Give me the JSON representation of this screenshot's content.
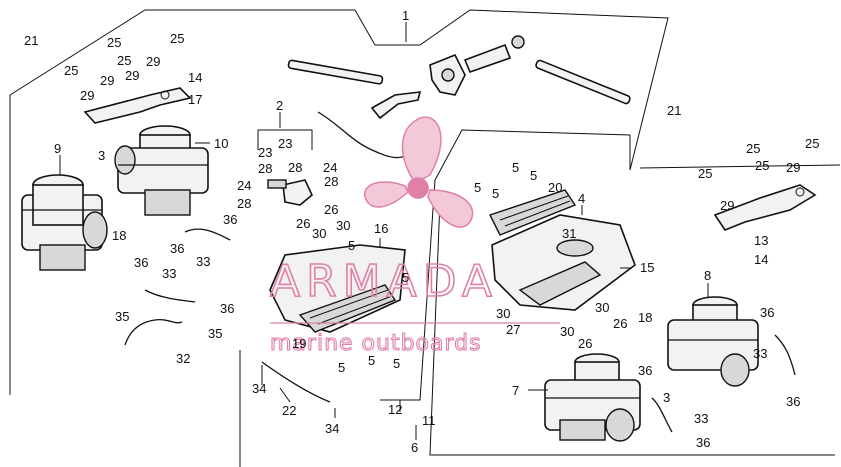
{
  "diagram": {
    "watermark": {
      "brand": "ARMADA",
      "tagline": "marine outboards",
      "color": "#e07fa8"
    },
    "callouts": [
      {
        "id": "c1",
        "text": "1"
      },
      {
        "id": "c2",
        "text": "2"
      },
      {
        "id": "c3a",
        "text": "3"
      },
      {
        "id": "c3b",
        "text": "3"
      },
      {
        "id": "c4",
        "text": "4"
      },
      {
        "id": "c5a",
        "text": "5"
      },
      {
        "id": "c5b",
        "text": "5"
      },
      {
        "id": "c5c",
        "text": "5"
      },
      {
        "id": "c5d",
        "text": "5"
      },
      {
        "id": "c5e",
        "text": "5"
      },
      {
        "id": "c5f",
        "text": "5"
      },
      {
        "id": "c5g",
        "text": "5"
      },
      {
        "id": "c5h",
        "text": "5"
      },
      {
        "id": "c5i",
        "text": "5"
      },
      {
        "id": "c6",
        "text": "6"
      },
      {
        "id": "c7",
        "text": "7"
      },
      {
        "id": "c8",
        "text": "8"
      },
      {
        "id": "c9",
        "text": "9"
      },
      {
        "id": "c10",
        "text": "10"
      },
      {
        "id": "c11",
        "text": "11"
      },
      {
        "id": "c12",
        "text": "12"
      },
      {
        "id": "c13",
        "text": "13"
      },
      {
        "id": "c14a",
        "text": "14"
      },
      {
        "id": "c14b",
        "text": "14"
      },
      {
        "id": "c15",
        "text": "15"
      },
      {
        "id": "c16",
        "text": "16"
      },
      {
        "id": "c17",
        "text": "17"
      },
      {
        "id": "c18a",
        "text": "18"
      },
      {
        "id": "c18b",
        "text": "18"
      },
      {
        "id": "c19",
        "text": "19"
      },
      {
        "id": "c20",
        "text": "20"
      },
      {
        "id": "c21a",
        "text": "21"
      },
      {
        "id": "c21b",
        "text": "21"
      },
      {
        "id": "c22",
        "text": "22"
      },
      {
        "id": "c23a",
        "text": "23"
      },
      {
        "id": "c23b",
        "text": "23"
      },
      {
        "id": "c24a",
        "text": "24"
      },
      {
        "id": "c24b",
        "text": "24"
      },
      {
        "id": "c25a",
        "text": "25"
      },
      {
        "id": "c25b",
        "text": "25"
      },
      {
        "id": "c25c",
        "text": "25"
      },
      {
        "id": "c25d",
        "text": "25"
      },
      {
        "id": "c25e",
        "text": "25"
      },
      {
        "id": "c25f",
        "text": "25"
      },
      {
        "id": "c25g",
        "text": "25"
      },
      {
        "id": "c25h",
        "text": "25"
      },
      {
        "id": "c26a",
        "text": "26"
      },
      {
        "id": "c26b",
        "text": "26"
      },
      {
        "id": "c26c",
        "text": "26"
      },
      {
        "id": "c26d",
        "text": "26"
      },
      {
        "id": "c27",
        "text": "27"
      },
      {
        "id": "c28a",
        "text": "28"
      },
      {
        "id": "c28b",
        "text": "28"
      },
      {
        "id": "c28c",
        "text": "28"
      },
      {
        "id": "c28d",
        "text": "28"
      },
      {
        "id": "c29a",
        "text": "29"
      },
      {
        "id": "c29b",
        "text": "29"
      },
      {
        "id": "c29c",
        "text": "29"
      },
      {
        "id": "c29d",
        "text": "29"
      },
      {
        "id": "c29e",
        "text": "29"
      },
      {
        "id": "c29f",
        "text": "29"
      },
      {
        "id": "c30a",
        "text": "30"
      },
      {
        "id": "c30b",
        "text": "30"
      },
      {
        "id": "c30c",
        "text": "30"
      },
      {
        "id": "c30d",
        "text": "30"
      },
      {
        "id": "c30e",
        "text": "30"
      },
      {
        "id": "c31",
        "text": "31"
      },
      {
        "id": "c32",
        "text": "32"
      },
      {
        "id": "c33a",
        "text": "33"
      },
      {
        "id": "c33b",
        "text": "33"
      },
      {
        "id": "c33c",
        "text": "33"
      },
      {
        "id": "c33d",
        "text": "33"
      },
      {
        "id": "c34a",
        "text": "34"
      },
      {
        "id": "c34b",
        "text": "34"
      },
      {
        "id": "c35a",
        "text": "35"
      },
      {
        "id": "c35b",
        "text": "35"
      },
      {
        "id": "c36a",
        "text": "36"
      },
      {
        "id": "c36b",
        "text": "36"
      },
      {
        "id": "c36c",
        "text": "36"
      },
      {
        "id": "c36d",
        "text": "36"
      },
      {
        "id": "c36e",
        "text": "36"
      },
      {
        "id": "c36f",
        "text": "36"
      },
      {
        "id": "c36g",
        "text": "36"
      },
      {
        "id": "c36h",
        "text": "36"
      }
    ]
  }
}
